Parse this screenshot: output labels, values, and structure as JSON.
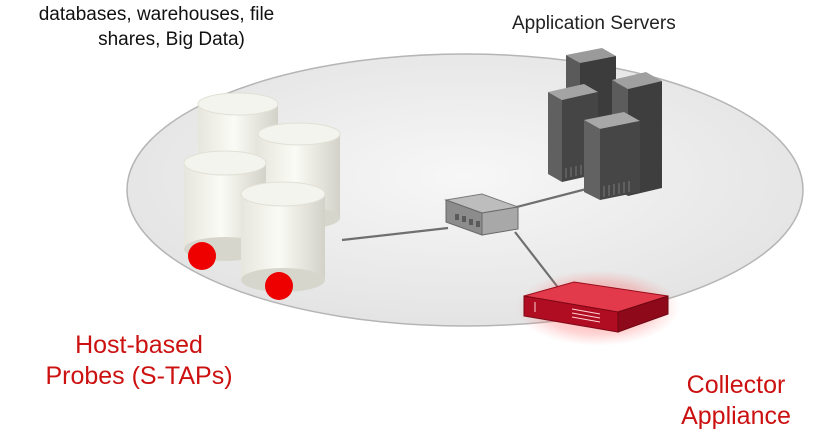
{
  "labels": {
    "data_sources_line1": "databases, warehouses, file",
    "data_sources_line2": "shares, Big Data)",
    "app_servers": "Application Servers",
    "probes_line1": "Host-based",
    "probes_line2": "Probes (S-TAPs)",
    "collector_line1": "Collector",
    "collector_line2": "Appliance"
  },
  "colors": {
    "accent_red": "#cc1111",
    "probe_dot": "#ee0000",
    "ellipse_fill": "#ececec",
    "server_dark": "#4a4a4a",
    "collector_body": "#c8102e"
  },
  "nodes": [
    {
      "name": "database",
      "count": 4
    },
    {
      "name": "application-server",
      "count": 4
    },
    {
      "name": "network-switch",
      "count": 1
    },
    {
      "name": "collector-appliance",
      "count": 1
    },
    {
      "name": "probe-marker",
      "count": 2
    }
  ]
}
